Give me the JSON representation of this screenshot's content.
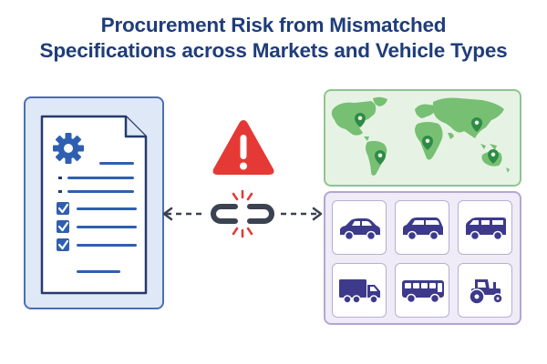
{
  "title": {
    "line1": "Procurement Risk from Mismatched",
    "line2": "Specifications across Markets and Vehicle Types"
  },
  "colors": {
    "title": "#1f3d7a",
    "spec_border": "#4a6fb5",
    "spec_fill": "#dfe8f7",
    "warning_red": "#e53935",
    "chain_gray": "#3b4250",
    "map_fill": "#e6f3e4",
    "land_green": "#77bf73",
    "pin_green": "#2e8b46",
    "vehicle_fill": "#efecf8",
    "vehicle_icon": "#3d3a8c"
  },
  "icons": {
    "spec_document": "document-gear-icon",
    "checklist": "checkbox-icon",
    "warning": "warning-triangle-icon",
    "broken_link": "broken-chain-icon",
    "map": "world-map-icon",
    "pin": "location-pin-icon"
  },
  "vehicles": [
    {
      "name": "sedan",
      "icon": "car-icon"
    },
    {
      "name": "hatchback",
      "icon": "hatchback-icon"
    },
    {
      "name": "van",
      "icon": "van-icon"
    },
    {
      "name": "truck",
      "icon": "truck-icon"
    },
    {
      "name": "bus",
      "icon": "bus-icon"
    },
    {
      "name": "tractor",
      "icon": "tractor-icon"
    }
  ]
}
